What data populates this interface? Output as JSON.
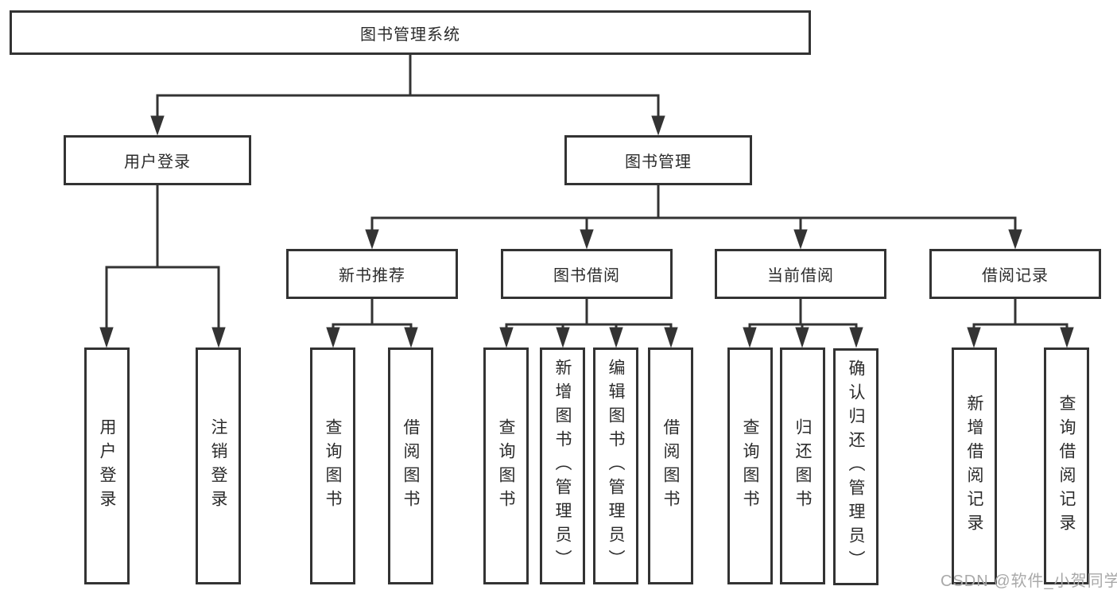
{
  "tree": {
    "root": {
      "label": "图书管理系统",
      "children": [
        {
          "label": "用户登录",
          "children": [
            {
              "label": "用户登录"
            },
            {
              "label": "注销登录"
            }
          ]
        },
        {
          "label": "图书管理",
          "children": [
            {
              "label": "新书推荐",
              "children": [
                {
                  "label": "查询图书"
                },
                {
                  "label": "借阅图书"
                }
              ]
            },
            {
              "label": "图书借阅",
              "children": [
                {
                  "label": "查询图书"
                },
                {
                  "label": "新增图书（管理员）"
                },
                {
                  "label": "编辑图书（管理员）"
                },
                {
                  "label": "借阅图书"
                }
              ]
            },
            {
              "label": "当前借阅",
              "children": [
                {
                  "label": "查询图书"
                },
                {
                  "label": "归还图书"
                },
                {
                  "label": "确认归还（管理员）"
                }
              ]
            },
            {
              "label": "借阅记录",
              "children": [
                {
                  "label": "新增借阅记录"
                },
                {
                  "label": "查询借阅记录"
                }
              ]
            }
          ]
        }
      ]
    }
  },
  "watermark": {
    "text": "CSDN @软件_小贺同学"
  },
  "colors": {
    "line": "#333333",
    "box_border": "#333333",
    "text": "#2b2b2b",
    "watermark": "#a9a9a9",
    "background": "#ffffff"
  }
}
